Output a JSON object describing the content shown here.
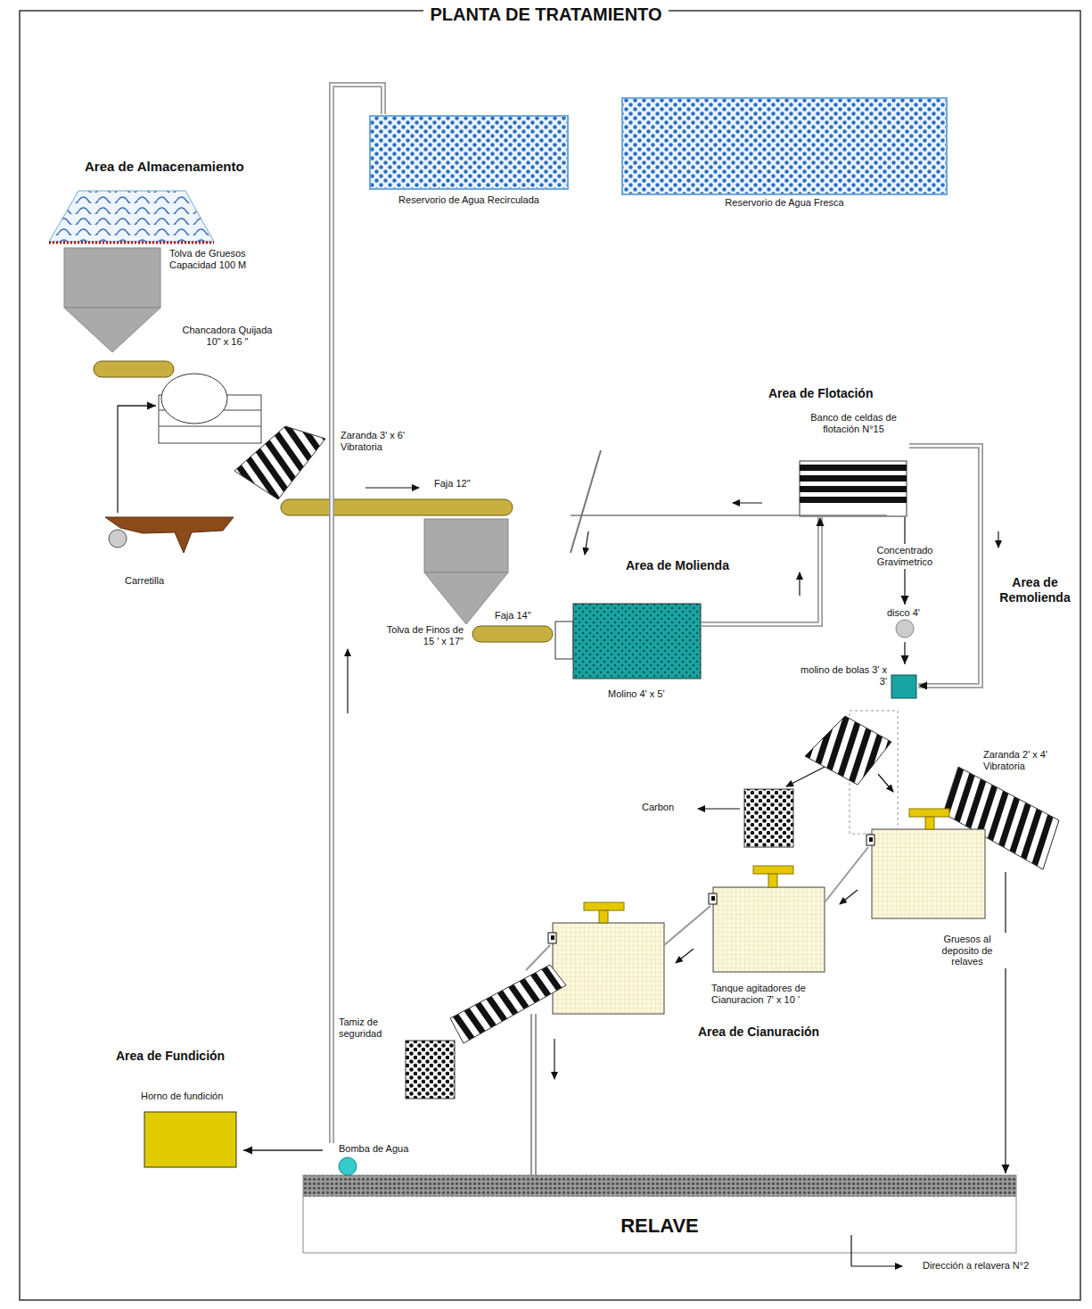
{
  "diagram": {
    "title": "PLANTA DE TRATAMIENTO",
    "nodes": [
      {
        "text": [
          "Reservorio de Agua Recirculada"
        ]
      },
      {
        "text": [
          "Reservorio de Agua Fresca"
        ]
      },
      {
        "text": [
          "Tolva de Gruesos Capacidad 100 M"
        ]
      },
      {
        "text": [
          "Chancadora Quijada 10\" x 16 \""
        ]
      },
      {
        "text": [
          "Zaranda 3' x 6' Vibratoria"
        ]
      },
      {
        "text": [
          "Carretilla"
        ]
      },
      {
        "text": [
          "Faja 12\""
        ]
      },
      {
        "text": [
          "Banco de celdas de flotación N°15"
        ]
      },
      {
        "text": [
          "Tolva de Finos de 15 ' x 17\""
        ]
      },
      {
        "text": [
          "Faja 14\""
        ]
      },
      {
        "text": [
          "Molino 4' x 5'"
        ]
      },
      {
        "text": [
          "disco 4'"
        ]
      },
      {
        "text": [
          "molino de bolas 3' x 3'"
        ]
      },
      {
        "text": [
          "Zaranda 2' x 4' Vibratoria"
        ]
      },
      {
        "text": [
          "Carbon"
        ]
      },
      {
        "text": [
          "Tanque agitadores de Cianuracion 7' x 10 '"
        ]
      },
      {
        "text": [
          "Tamiz de seguridad"
        ]
      },
      {
        "text": [
          "Horno de fundición"
        ]
      },
      {
        "text": [
          "Bomba de Agua"
        ]
      },
      {
        "text": [
          "RELAVE"
        ]
      }
    ],
    "edges": [
      {
        "from": 5,
        "to": 3,
        "arrow": "to"
      },
      {
        "from": 10,
        "to": 7,
        "arrow": "to"
      },
      {
        "from": 7,
        "to": 11,
        "label": "Concentrado Gravimetrico",
        "arrow": "to"
      },
      {
        "from": 11,
        "to": 12,
        "arrow": "to"
      },
      {
        "from": 7,
        "to": 12,
        "arrow": "to"
      },
      {
        "from": 13,
        "to": 19,
        "label": "Gruesos al deposito de relaves",
        "arrow": "to"
      },
      {
        "from": 18,
        "to": 0,
        "arrow": "none"
      },
      {
        "from": 18,
        "to": 17,
        "arrow": "to"
      }
    ],
    "labels": [
      "Area de Almacenamiento",
      "Area de Flotación",
      "Area de Molienda",
      "Area de Remolienda",
      "Area de Cianuración",
      "Area de Fundición",
      "Dirección a relavera N°2"
    ]
  }
}
